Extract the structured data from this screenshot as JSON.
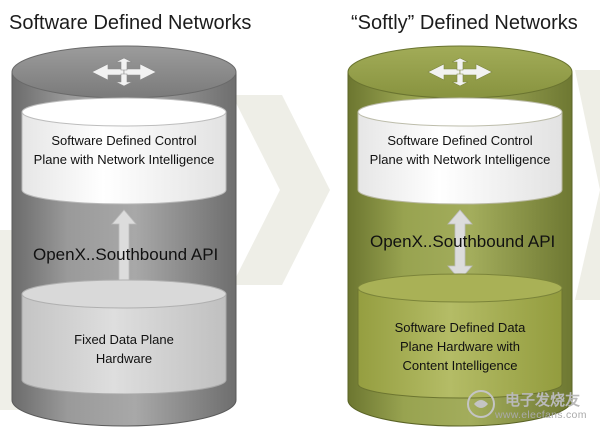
{
  "left_panel": {
    "title": "Software Defined Networks",
    "upper_cylinder_text": [
      "Software Defined Control",
      "Plane with Network Intelligence"
    ],
    "api_label": "OpenX..Southbound API",
    "lower_cylinder_text": [
      "Fixed Data Plane",
      "Hardware"
    ]
  },
  "right_panel": {
    "title": "“Softly” Defined Networks",
    "upper_cylinder_text": [
      "Software Defined Control",
      "Plane with Network Intelligence"
    ],
    "api_label": "OpenX..Southbound API",
    "lower_cylinder_text": [
      "Software Defined Data",
      "Plane Hardware with",
      "Content Intelligence"
    ]
  },
  "watermark": {
    "text": "电子发烧友",
    "url": "www.elecfans.com"
  },
  "colors": {
    "left_body": "#8c8c8c",
    "right_body": "#8e9a48",
    "right_lower_cylinder": "#aab255",
    "upper_cylinder": "#ffffff",
    "left_lower_cylinder": "#d6d6d6"
  }
}
